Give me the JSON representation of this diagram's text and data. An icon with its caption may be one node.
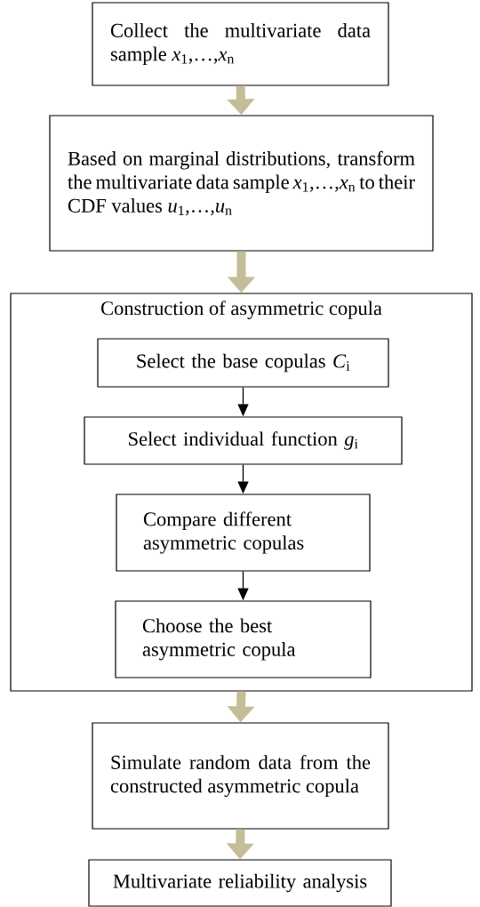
{
  "diagram": {
    "nodes": [
      {
        "text": [
          "Collect the multivariate data sample *x*$_{1}$,…,*x*$_{n}$"
        ]
      },
      {
        "text": [
          "Based on marginal distributions, transform the multivariate data sample *x*$_{1}$,…,*x*$_{n}$ to their CDF values *u*$_{1}$,…,*u*$_{n}$"
        ]
      },
      {
        "text": [
          "Construction of asymmetric copula"
        ]
      },
      {
        "text": [
          "Select the base copulas *C*$_{i}$"
        ],
        "in": 2
      },
      {
        "text": [
          "Select individual function *g*$_{i}$"
        ],
        "in": 2
      },
      {
        "text": [
          "Compare different asymmetric copulas"
        ],
        "in": 2
      },
      {
        "text": [
          "Choose the best asymmetric copula"
        ],
        "in": 2
      },
      {
        "text": [
          "Simulate random data from the constructed asymmetric copula"
        ]
      },
      {
        "text": [
          "Multivariate reliability analysis"
        ]
      }
    ],
    "edges": [
      {
        "from": 0,
        "to": 1,
        "arrow": "to"
      },
      {
        "from": 1,
        "to": 2,
        "arrow": "to"
      },
      {
        "from": 3,
        "to": 4,
        "arrow": "to",
        "color": "#000000"
      },
      {
        "from": 4,
        "to": 5,
        "arrow": "to",
        "color": "#000000"
      },
      {
        "from": 5,
        "to": 6,
        "arrow": "to",
        "color": "#000000"
      },
      {
        "from": 2,
        "to": 7,
        "arrow": "to"
      },
      {
        "from": 7,
        "to": 8,
        "arrow": "to"
      }
    ]
  }
}
